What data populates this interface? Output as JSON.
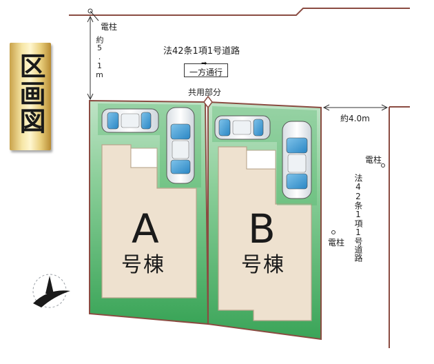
{
  "title": "区画図",
  "road_top": {
    "name": "法42条1項1号道路",
    "oneway": "一方通行",
    "width": "約5.1m"
  },
  "road_right": {
    "name": "法42条1項1号道路",
    "width": "約4.0m"
  },
  "shared_part": "共用部分",
  "poles": [
    "電柱",
    "電柱",
    "電柱"
  ],
  "lot_a": {
    "letter": "A",
    "label": "号棟"
  },
  "lot_b": {
    "letter": "B",
    "label": "号棟"
  },
  "colors": {
    "lot_green": "#4fb56b",
    "lot_green_light": "#b9e1c2",
    "building": "#eee1cf",
    "boundary": "#8a4b41",
    "title_gold": "#e9cf7d"
  }
}
